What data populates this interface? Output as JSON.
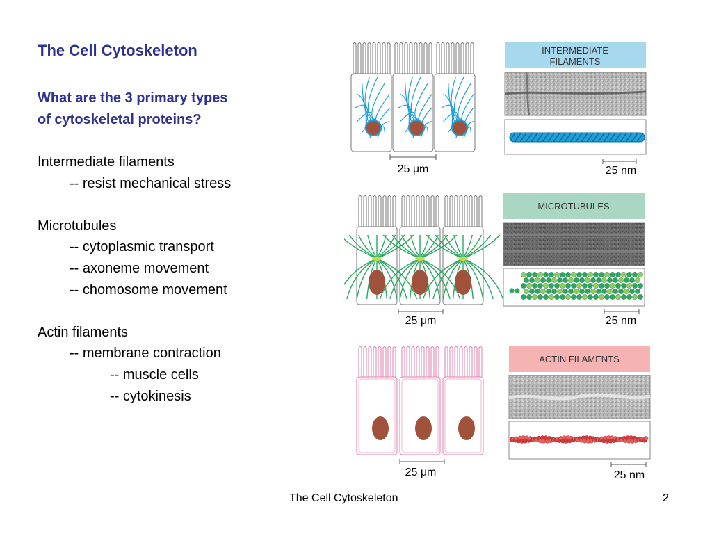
{
  "slide": {
    "title": "The Cell Cytoskeleton",
    "question_line1": "What are the 3 primary types",
    "question_line2": "of cytoskeletal proteins?",
    "body": [
      {
        "text": "Intermediate filaments",
        "indent": 0
      },
      {
        "text": "-- resist mechanical stress",
        "indent": 1
      },
      {
        "text": "",
        "indent": 0
      },
      {
        "text": "Microtubules",
        "indent": 0
      },
      {
        "text": "-- cytoplasmic transport",
        "indent": 1
      },
      {
        "text": "-- axoneme movement",
        "indent": 1
      },
      {
        "text": "-- chomosome movement",
        "indent": 1
      },
      {
        "text": "",
        "indent": 0
      },
      {
        "text": "Actin filaments",
        "indent": 0
      },
      {
        "text": "-- membrane contraction",
        "indent": 1
      },
      {
        "text": "-- muscle cells",
        "indent": 2
      },
      {
        "text": "-- cytokinesis",
        "indent": 2
      }
    ],
    "footer_title": "The Cell Cytoskeleton",
    "page_number": "2"
  },
  "figure": {
    "intermediate": {
      "label_line1": "INTERMEDIATE",
      "label_line2": "FILAMENTS",
      "label_color": "#a6d8ee",
      "filament_color": "#1e9fd8",
      "scale_cell": "25 μm",
      "scale_nm": "25 nm"
    },
    "microtubules": {
      "label": "MICROTUBULES",
      "label_color": "#a9d7c3",
      "filament_color": "#2aa860",
      "scale_cell": "25 μm",
      "scale_nm": "25 nm"
    },
    "actin": {
      "label": "ACTIN FILAMENTS",
      "label_color": "#f5b3b3",
      "filament_color": "#d73a3a",
      "scale_cell": "25 μm",
      "scale_nm": "25 nm"
    },
    "nucleus_color": "#a0523c"
  }
}
